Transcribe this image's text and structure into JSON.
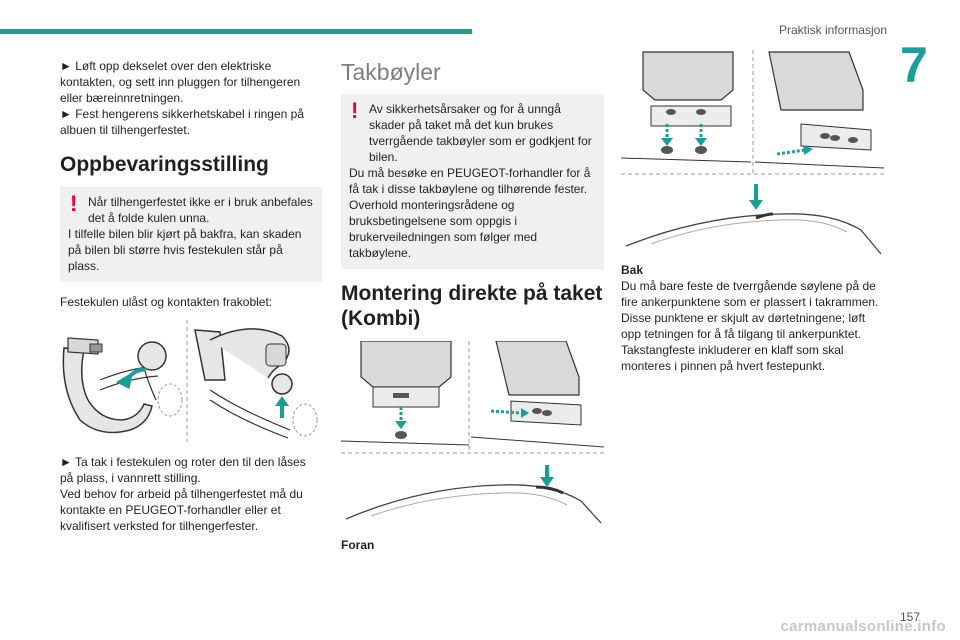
{
  "header": {
    "section": "Praktisk informasjon",
    "chapter": "7",
    "page": "157"
  },
  "watermark": "carmanualsonline.info",
  "col1": {
    "bullet1": "► Løft opp dekselet over den elektriske kontakten, og sett inn pluggen for tilhengeren eller bæreinnretningen.",
    "bullet2": "► Fest hengerens sikkerhetskabel i ringen på albuen til tilhengerfestet.",
    "heading": "Oppbevaringsstilling",
    "warn_line1": "Når tilhengerfestet ikke er i bruk anbefales det å folde kulen unna.",
    "warn_line2": "I tilfelle bilen blir kjørt på bakfra, kan skaden på bilen bli større hvis festekulen står på plass.",
    "status": "Festekulen ulåst og kontakten frakoblet:",
    "bullet3": "► Ta tak i festekulen og roter den til den låses på plass, i vannrett stilling.",
    "text4": "Ved behov for arbeid på tilhengerfestet må du kontakte en PEUGEOT-forhandler eller et kvalifisert verksted for tilhengerfester."
  },
  "col2": {
    "heading": "Takbøyler",
    "warn_line1": "Av sikkerhetsårsaker og for å unngå skader på taket må det kun brukes tverrgående takbøyler som er godkjent for bilen.",
    "warn_line2": "Du må besøke en PEUGEOT-forhandler for å få tak i disse takbøylene og tilhørende fester. Overhold monteringsrådene og bruksbetingelsene som oppgis i brukerveiledningen som følger med takbøylene.",
    "heading2": "Montering direkte på taket (Kombi)",
    "caption": "Foran"
  },
  "col3": {
    "caption": "Bak",
    "text": "Du må bare feste de tverrgående søylene på de fire ankerpunktene som er plassert i takrammen. Disse punktene er skjult av dørtetningene; løft opp tetningen for å få tilgang til ankerpunktet. Takstangfeste inkluderer en klaff som skal monteres i pinnen på hvert festepunkt."
  },
  "colors": {
    "accent": "#1a9e98",
    "warning": "#e0004d",
    "box": "#f0f0f0"
  }
}
